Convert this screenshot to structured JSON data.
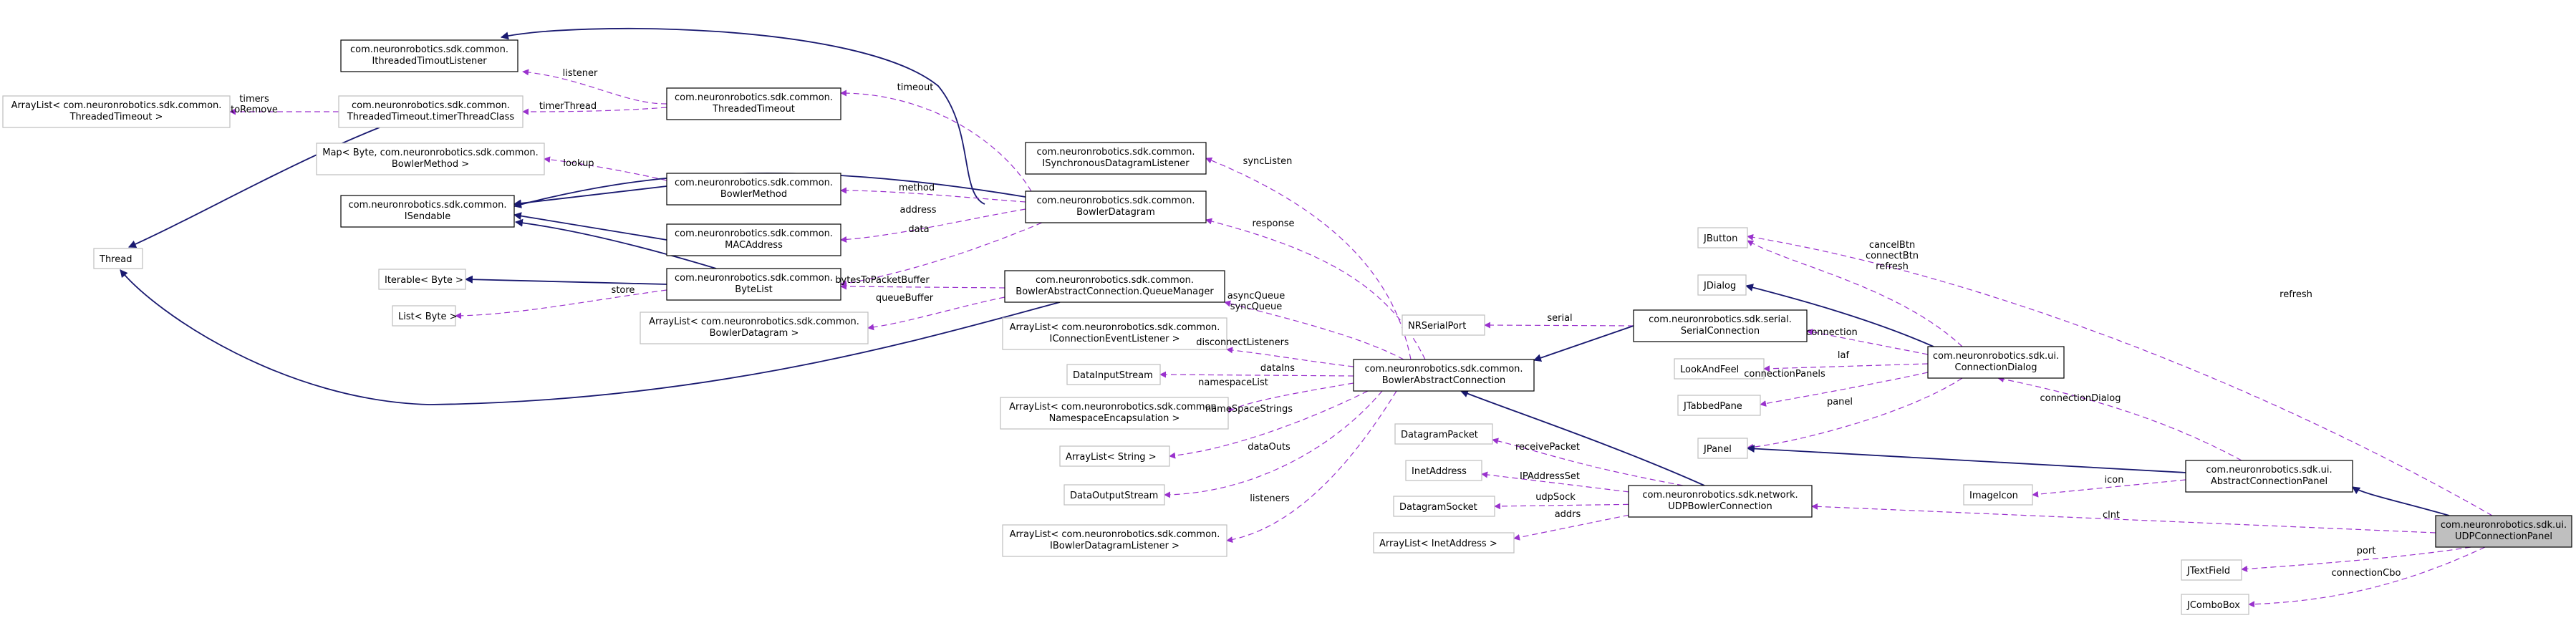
{
  "nodes": {
    "n_threaded_timout_listener": [
      "com.neuronrobotics.sdk.common.",
      "IthreadedTimoutListener"
    ],
    "n_timer_list": [
      "ArrayList< com.neuronrobotics.sdk.common.",
      "ThreadedTimeout >"
    ],
    "n_timer_thread_class": [
      "com.neuronrobotics.sdk.common.",
      "ThreadedTimeout.timerThreadClass"
    ],
    "n_threaded_timeout": [
      "com.neuronrobotics.sdk.common.",
      "ThreadedTimeout"
    ],
    "n_map": [
      "Map< Byte, com.neuronrobotics.sdk.common.",
      "BowlerMethod >"
    ],
    "n_isendable": [
      "com.neuronrobotics.sdk.common.",
      "ISendable"
    ],
    "n_bowler_method": [
      "com.neuronrobotics.sdk.common.",
      "BowlerMethod"
    ],
    "n_mac_address": [
      "com.neuronrobotics.sdk.common.",
      "MACAddress"
    ],
    "n_isync_listener": [
      "com.neuronrobotics.sdk.common.",
      "ISynchronousDatagramListener"
    ],
    "n_bowler_datagram": [
      "com.neuronrobotics.sdk.common.",
      "BowlerDatagram"
    ],
    "n_thread": [
      "Thread"
    ],
    "n_iterable": [
      "Iterable< Byte >"
    ],
    "n_list_byte": [
      "List< Byte >"
    ],
    "n_bytelist": [
      "com.neuronrobotics.sdk.common.",
      "ByteList"
    ],
    "n_queue_manager": [
      "com.neuronrobotics.sdk.common.",
      "BowlerAbstractConnection.QueueManager"
    ],
    "n_datagram_list": [
      "ArrayList< com.neuronrobotics.sdk.common.",
      "BowlerDatagram >"
    ],
    "n_conn_event_list": [
      "ArrayList< com.neuronrobotics.sdk.common.",
      "IConnectionEventListener >"
    ],
    "n_data_input": [
      "DataInputStream"
    ],
    "n_ns_list": [
      "ArrayList< com.neuronrobotics.sdk.common.",
      "NamespaceEncapsulation >"
    ],
    "n_string_list": [
      "ArrayList< String >"
    ],
    "n_data_output": [
      "DataOutputStream"
    ],
    "n_datagram_listener_list": [
      "ArrayList< com.neuronrobotics.sdk.common.",
      "IBowlerDatagramListener >"
    ],
    "n_nr_serial_port": [
      "NRSerialPort"
    ],
    "n_abstract_connection": [
      "com.neuronrobotics.sdk.common.",
      "BowlerAbstractConnection"
    ],
    "n_serial_connection": [
      "com.neuronrobotics.sdk.serial.",
      "SerialConnection"
    ],
    "n_datagram_packet": [
      "DatagramPacket"
    ],
    "n_inet_address": [
      "InetAddress"
    ],
    "n_datagram_socket": [
      "DatagramSocket"
    ],
    "n_inet_list": [
      "ArrayList< InetAddress >"
    ],
    "n_udp_connection": [
      "com.neuronrobotics.sdk.network.",
      "UDPBowlerConnection"
    ],
    "n_jbutton": [
      "JButton"
    ],
    "n_jdialog": [
      "JDialog"
    ],
    "n_look_and_feel": [
      "LookAndFeel"
    ],
    "n_jtabbed_pane": [
      "JTabbedPane"
    ],
    "n_jpanel": [
      "JPanel"
    ],
    "n_connection_dialog": [
      "com.neuronrobotics.sdk.ui.",
      "ConnectionDialog"
    ],
    "n_image_icon": [
      "ImageIcon"
    ],
    "n_abstract_panel": [
      "com.neuronrobotics.sdk.ui.",
      "AbstractConnectionPanel"
    ],
    "n_udp_panel": [
      "com.neuronrobotics.sdk.ui.",
      "UDPConnectionPanel"
    ],
    "n_jtextfield": [
      "JTextField"
    ],
    "n_jcombobox": [
      "JComboBox"
    ]
  },
  "edge_labels": {
    "timers": [
      "timers",
      "toRemove"
    ],
    "listener": [
      "listener"
    ],
    "timer_thread": [
      "timerThread"
    ],
    "timeout": [
      "timeout"
    ],
    "lookup": [
      "lookup"
    ],
    "method": [
      "method"
    ],
    "address": [
      "address"
    ],
    "data": [
      "data"
    ],
    "store": [
      "store"
    ],
    "bytes_to_packet": [
      "bytesToPacketBuffer"
    ],
    "queue_buffer": [
      "queueBuffer"
    ],
    "sync_listen": [
      "syncListen"
    ],
    "response": [
      "response"
    ],
    "async_queue": [
      "asyncQueue",
      "syncQueue"
    ],
    "disconnect": [
      "disconnectListeners"
    ],
    "data_ins": [
      "dataIns"
    ],
    "namespace_list": [
      "namespaceList"
    ],
    "namespace_strings": [
      "nameSpaceStrings"
    ],
    "data_outs": [
      "dataOuts"
    ],
    "listeners": [
      "listeners"
    ],
    "serial": [
      "serial"
    ],
    "connection": [
      "connection"
    ],
    "laf": [
      "laf"
    ],
    "connection_panels": [
      "connectionPanels"
    ],
    "panel": [
      "panel"
    ],
    "buttons": [
      "cancelBtn",
      "connectBtn",
      "refresh"
    ],
    "connection_dialog": [
      "connectionDialog"
    ],
    "refresh": [
      "refresh"
    ],
    "receive_packet": [
      "receivePacket"
    ],
    "ip_address_set": [
      "IPAddressSet"
    ],
    "udp_sock": [
      "udpSock"
    ],
    "addrs": [
      "addrs"
    ],
    "icon": [
      "icon"
    ],
    "clnt": [
      "clnt"
    ],
    "port": [
      "port"
    ],
    "connection_cbo": [
      "connectionCbo"
    ]
  },
  "colors": {
    "inheritance": "#191970",
    "usage": "#9a32cd",
    "node_border": "#000000",
    "external_node_border": "#bfbfbf",
    "highlight_fill": "#bfbfbf"
  }
}
